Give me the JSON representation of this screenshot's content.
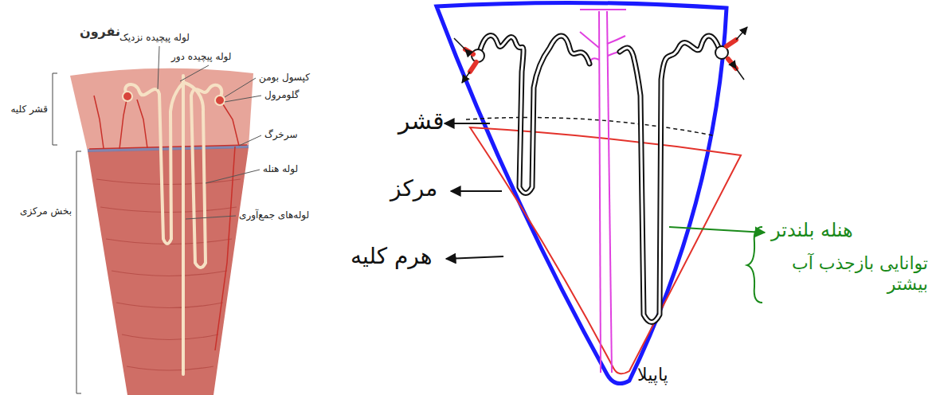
{
  "diagram": {
    "title": "نفرون",
    "labels": [
      "لوله پیچیده نزدیک",
      "لوله پیچیده دور",
      "کپسول بومن",
      "گلومرول",
      "سرخرگ",
      "لوله هنله",
      "لوله‌های جمع‌آوری",
      "قشر کلیه",
      "بخش مرکزی",
      "قشر",
      "مرکز",
      "هرم کلیه",
      "هنله بلندتر",
      "توانایی بازجذب آب بیشتر",
      "پاپیلا"
    ]
  }
}
